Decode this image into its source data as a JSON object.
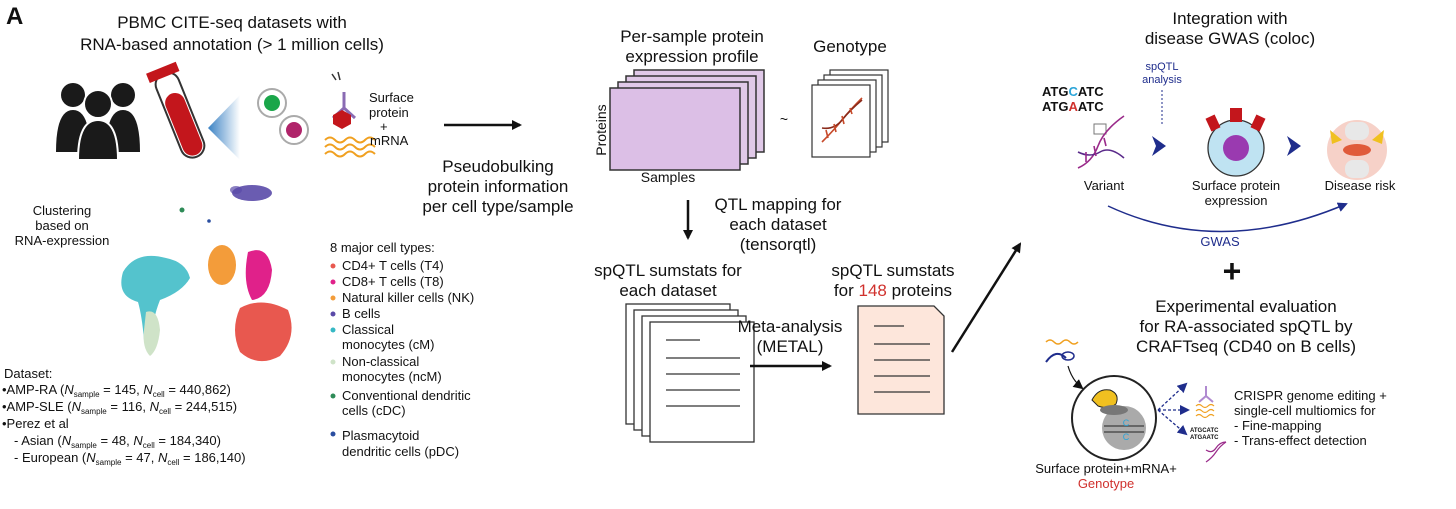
{
  "panel_label": "A",
  "left": {
    "title_line1": "PBMC CITE-seq datasets with",
    "title_line2": "RNA-based annotation (> 1 million cells)",
    "surface_label_1": "Surface",
    "surface_label_2": "protein",
    "surface_plus": "+",
    "surface_label_3": "mRNA",
    "clustering_1": "Clustering",
    "clustering_2": "based on",
    "clustering_3": "RNA-expression",
    "celltypes_title": "8 major cell types:",
    "celltypes": [
      {
        "label": "CD4+ T cells (T4)",
        "color": "#e8584f"
      },
      {
        "label": "CD8+ T cells (T8)",
        "color": "#e0218a"
      },
      {
        "label": "Natural killer cells (NK)",
        "color": "#f39c3a"
      },
      {
        "label": "B cells",
        "color": "#5a4aa8"
      },
      {
        "label": "Classical",
        "label2": "monocytes (cM)",
        "color": "#36b8c4"
      },
      {
        "label": "Non-classical",
        "label2": "monocytes (ncM)",
        "color": "#cfe3c8"
      },
      {
        "label": "Conventional dendritic",
        "label2": "cells (cDC)",
        "color": "#2e8b57"
      },
      {
        "label": "Plasmacytoid",
        "label2": "dendritic cells (pDC)",
        "color": "#2a4ea0"
      }
    ],
    "dataset_title": "Dataset:",
    "datasets": [
      {
        "prefix": "•AMP-RA (",
        "nsample": "145",
        "ncell": "440,862"
      },
      {
        "prefix": "•AMP-SLE (",
        "nsample": "116",
        "ncell": "244,515"
      },
      {
        "prefix": "•Perez et al",
        "nsample": "",
        "ncell": ""
      },
      {
        "prefix": "  - Asian (",
        "nsample": "48",
        "ncell": "184,340"
      },
      {
        "prefix": "  - European (",
        "nsample": "47",
        "ncell": "186,140"
      }
    ],
    "n_symbol": "N",
    "sample_sub": "sample",
    "cell_sub": "cell",
    "eq": " = ",
    "sep": ", ",
    "close": ")"
  },
  "middle": {
    "pseudo_1": "Pseudobulking",
    "pseudo_2": "protein information",
    "pseudo_3": "per cell type/sample",
    "profile_1": "Per-sample protein",
    "profile_2": "expression profile",
    "genotype": "Genotype",
    "proteins_axis": "Proteins",
    "samples_axis": "Samples",
    "tilde": "~",
    "qtl_1": "QTL mapping for",
    "qtl_2": "each dataset",
    "qtl_3": "(tensorqtl)",
    "sumstats_1": "spQTL sumstats for",
    "sumstats_2": "each dataset",
    "meta_1": "Meta-analysis",
    "meta_2": "(METAL)",
    "result_1": "spQTL sumstats",
    "result_2a": "for ",
    "result_num": "148",
    "result_2b": " proteins",
    "result_num_color": "#d0312d"
  },
  "right": {
    "integ_1": "Integration with",
    "integ_2": "disease GWAS (coloc)",
    "seq_top_a": "ATG",
    "seq_top_b": "C",
    "seq_top_c": "ATC",
    "seq_bot_a": "ATG",
    "seq_bot_b": "A",
    "seq_bot_c": "ATC",
    "spqtl_1": "spQTL",
    "spqtl_2": "analysis",
    "variant": "Variant",
    "surface_1": "Surface protein",
    "surface_2": "expression",
    "disease": "Disease risk",
    "gwas": "GWAS",
    "plus": "+",
    "exp_1": "Experimental evaluation",
    "exp_2": "for RA-associated spQTL by",
    "exp_3": "CRAFTseq (CD40 on B cells)",
    "crispr_1": "CRISPR genome editing +",
    "crispr_2": "single-cell multiomics for",
    "crispr_3": " - Fine-mapping",
    "crispr_4": " - Trans-effect detection",
    "small_seq_1": "ATGCATC",
    "small_seq_2": "ATGAATC",
    "footer_1": "Surface protein+mRNA+",
    "footer_2": "Genotype",
    "genotype_color": "#d0312d",
    "arrow_color": "#1f2d8c"
  }
}
